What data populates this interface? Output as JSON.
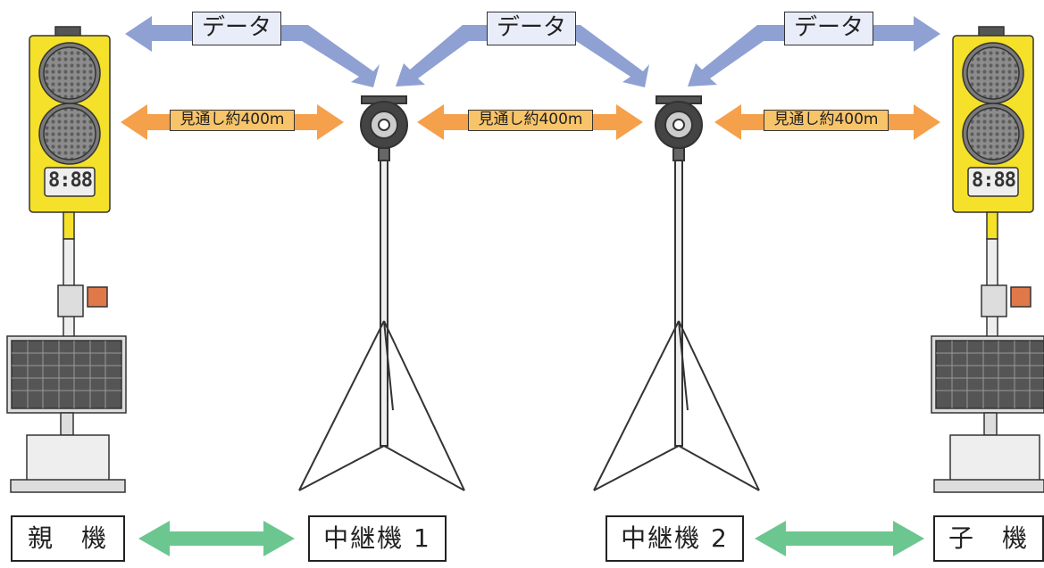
{
  "labels": {
    "data": "データ",
    "range": "見通し約400m",
    "timer_digits": "8:88"
  },
  "bottom": {
    "master": "親　機",
    "relay1": "中継機 1",
    "relay2": "中継機 2",
    "slave": "子　機"
  },
  "colors": {
    "data_arrow": "#8fa0d3",
    "range_arrow": "#f5a04a",
    "link_arrow": "#6cc68f",
    "signal_body": "#f5e02a",
    "signal_lamp": "#9a9a9a"
  }
}
